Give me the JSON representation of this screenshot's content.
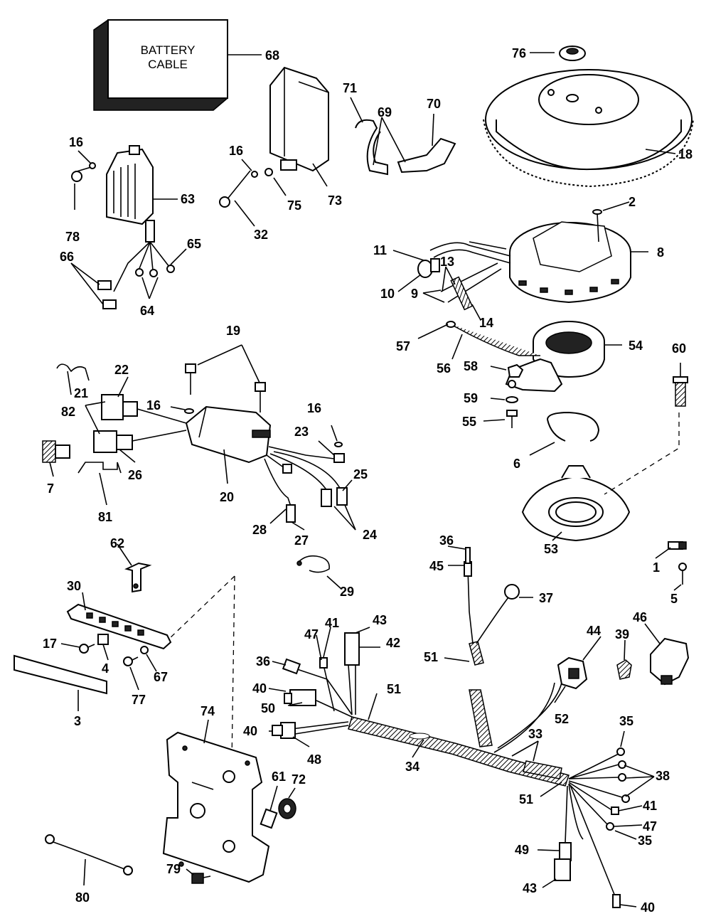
{
  "battery_cable_box": {
    "line1": "BATTERY",
    "line2": "CABLE"
  },
  "callouts": {
    "c76": "76",
    "c68": "68",
    "c71": "71",
    "c69": "69",
    "c70": "70",
    "c18": "18",
    "c16a": "16",
    "c63": "63",
    "c78": "78",
    "c65": "65",
    "c66": "66",
    "c64": "64",
    "c16b": "16",
    "c32": "32",
    "c75": "75",
    "c73": "73",
    "c2": "2",
    "c11": "11",
    "c13": "13",
    "c8": "8",
    "c10": "10",
    "c9": "9",
    "c14": "14",
    "c57": "57",
    "c56": "56",
    "c54": "54",
    "c58": "58",
    "c60": "60",
    "c59": "59",
    "c55": "55",
    "c6": "6",
    "c53": "53",
    "c19": "19",
    "c22": "22",
    "c82": "82",
    "c21": "21",
    "c16c": "16",
    "c16d": "16",
    "c23": "23",
    "c7": "7",
    "c26": "26",
    "c20": "20",
    "c25": "25",
    "c81": "81",
    "c28": "28",
    "c27": "27",
    "c24": "24",
    "c62": "62",
    "c29": "29",
    "c36a": "36",
    "c45": "45",
    "c1": "1",
    "c5": "5",
    "c37": "37",
    "c30": "30",
    "c43a": "43",
    "c41a": "41",
    "c47a": "47",
    "c42": "42",
    "c44": "44",
    "c46": "46",
    "c39": "39",
    "c51a": "51",
    "c17": "17",
    "c4": "4",
    "c67": "67",
    "c77": "77",
    "c3": "3",
    "c36b": "36",
    "c40a": "40",
    "c51b": "51",
    "c50": "50",
    "c52": "52",
    "c74": "74",
    "c40b": "40",
    "c48": "48",
    "c35a": "35",
    "c33": "33",
    "c34": "34",
    "c38": "38",
    "c61": "61",
    "c72": "72",
    "c51c": "51",
    "c41b": "41",
    "c47b": "47",
    "c35b": "35",
    "c49": "49",
    "c79": "79",
    "c80": "80",
    "c43b": "43",
    "c40c": "40"
  }
}
